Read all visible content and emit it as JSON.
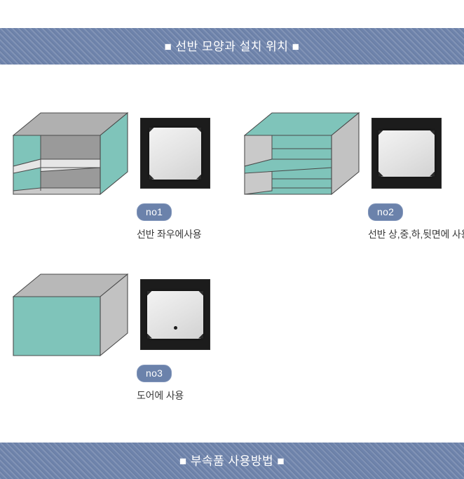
{
  "banners": {
    "top": {
      "title": "■ 선반 모양과 설치 위치 ■",
      "bg_color": "#6e83ab"
    },
    "bottom": {
      "title": "■ 부속품 사용방법 ■",
      "bg_color": "#6e83ab"
    }
  },
  "colors": {
    "teal": "#7fc4ba",
    "teal_dark": "#6fb5aa",
    "gray_top": "#b0b0b0",
    "gray_side": "#c2c2c2",
    "gray_shelf_dark": "#9a9a9a",
    "gray_shelf_light": "#e6e6e6",
    "outline": "#4a4a4a",
    "badge": "#6b82ab",
    "photo_frame": "#1c1c1c",
    "caption_text": "#3a3a3a"
  },
  "items": [
    {
      "id": "no1",
      "badge_label": "no1",
      "caption": "선반 좌우에사용",
      "diagram_name": "shelf-box-left-right",
      "photo_name": "shelf-panel-square-photo",
      "panel_shape": "square"
    },
    {
      "id": "no2",
      "badge_label": "no2",
      "caption": "선반 상,중,하,뒷면에 사용",
      "diagram_name": "shelf-box-top-middle-bottom-back",
      "photo_name": "shelf-panel-wide-photo",
      "panel_shape": "wide"
    },
    {
      "id": "no3",
      "badge_label": "no3",
      "caption": "도어에 사용",
      "diagram_name": "shelf-box-door",
      "photo_name": "door-panel-photo",
      "panel_shape": "door"
    }
  ]
}
